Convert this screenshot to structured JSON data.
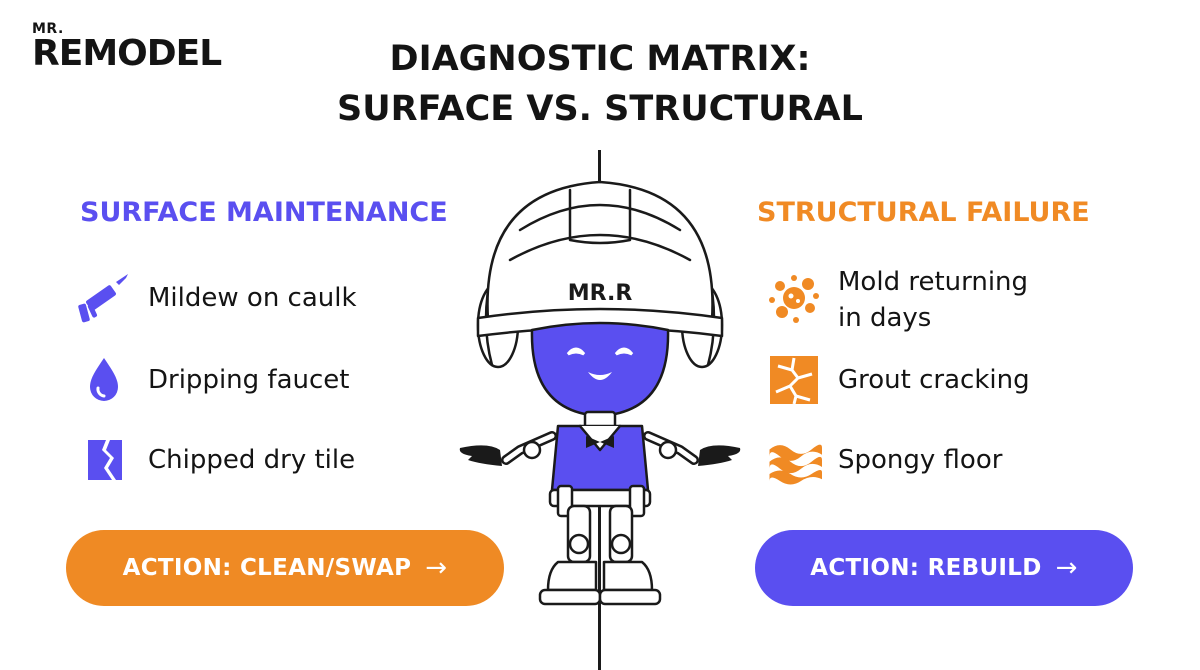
{
  "logo": {
    "small": "MR.",
    "main": "REMODEL"
  },
  "title": {
    "line1": "DIAGNOSTIC MATRIX:",
    "line2": "SURFACE VS. STRUCTURAL"
  },
  "mascot": {
    "helmet_text": "MR.R"
  },
  "left": {
    "heading": "SURFACE MAINTENANCE",
    "items": [
      {
        "icon": "caulk-gun-icon",
        "label": "Mildew on caulk"
      },
      {
        "icon": "water-drop-icon",
        "label": "Dripping faucet"
      },
      {
        "icon": "chipped-tile-icon",
        "label": "Chipped dry tile"
      }
    ],
    "action": "ACTION: CLEAN/SWAP",
    "action_arrow": "→"
  },
  "right": {
    "heading": "STRUCTURAL FAILURE",
    "items": [
      {
        "icon": "mold-splat-icon",
        "label_line1": "Mold returning",
        "label_line2": "in days"
      },
      {
        "icon": "cracked-grout-icon",
        "label": "Grout cracking"
      },
      {
        "icon": "wavy-floor-icon",
        "label": "Spongy floor"
      }
    ],
    "action": "ACTION: REBUILD",
    "action_arrow": "→"
  },
  "colors": {
    "surface": "#5a4ff0",
    "structural": "#f08a24",
    "text": "#141414"
  }
}
